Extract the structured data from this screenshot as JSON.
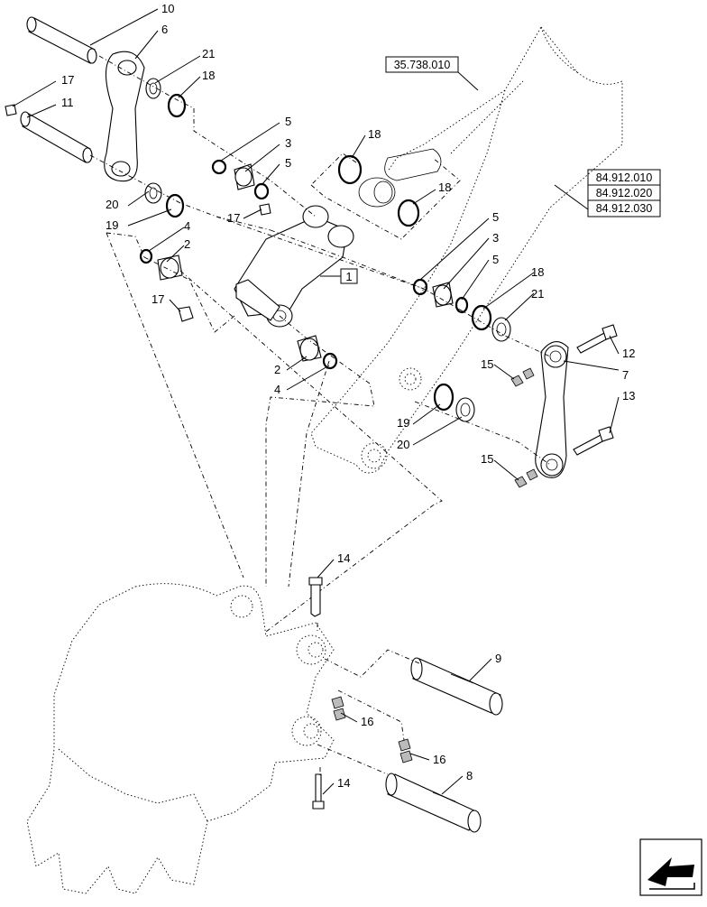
{
  "references": {
    "arm_ref": "35.738.010",
    "bucket_refs": [
      "84.912.010",
      "84.912.020",
      "84.912.030"
    ]
  },
  "group_label": "1",
  "callouts": {
    "c10": "10",
    "c6": "6",
    "c21a": "21",
    "c18a": "18",
    "c17a": "17",
    "c11": "11",
    "c5a": "5",
    "c3a": "3",
    "c5b": "5",
    "c20a": "20",
    "c19a": "19",
    "c17b": "17",
    "c4a": "4",
    "c2a": "2",
    "c17c": "17",
    "c18b": "18",
    "c18c": "18",
    "c5c": "5",
    "c3b": "3",
    "c5d": "5",
    "c18d": "18",
    "c21b": "21",
    "c2b": "2",
    "c4b": "4",
    "c12": "12",
    "c15a": "15",
    "c7": "7",
    "c13": "13",
    "c19b": "19",
    "c20b": "20",
    "c15b": "15",
    "c14a": "14",
    "c9": "9",
    "c16a": "16",
    "c16b": "16",
    "c14b": "14",
    "c8": "8"
  },
  "icons": {
    "orientation": "arrow-orientation-icon"
  }
}
